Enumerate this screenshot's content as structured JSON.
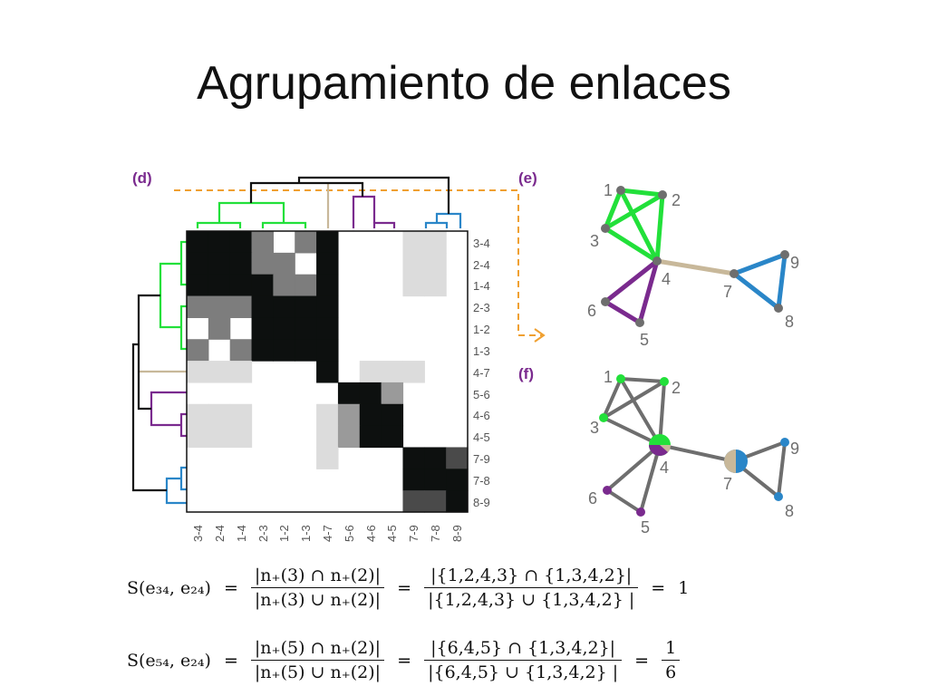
{
  "title": "Agrupamiento de enlaces",
  "panel_labels": {
    "d": "(d)",
    "e": "(e)",
    "f": "(f)"
  },
  "matrix_row_labels": [
    "3-4",
    "2-4",
    "1-4",
    "2-3",
    "1-2",
    "1-3",
    "4-7",
    "5-6",
    "4-6",
    "4-5",
    "7-9",
    "7-8",
    "8-9"
  ],
  "matrix_col_labels": [
    "3-4",
    "2-4",
    "1-4",
    "2-3",
    "1-2",
    "1-3",
    "4-7",
    "5-6",
    "4-6",
    "4-5",
    "7-9",
    "7-8",
    "8-9"
  ],
  "graph_e_nodes": [
    "1",
    "2",
    "3",
    "4",
    "5",
    "6",
    "7",
    "8",
    "9"
  ],
  "graph_f_nodes": [
    "1",
    "2",
    "3",
    "4",
    "5",
    "6",
    "7",
    "8",
    "9"
  ],
  "colors": {
    "green": "#22e03a",
    "purple": "#7a2a8e",
    "blue": "#2a86c8",
    "tan": "#c8b89a",
    "orange": "#f0a030",
    "dark": "#111111",
    "gray": "#6e6e6e"
  },
  "formula1": {
    "lhs": "S(e₃₄, e₂₄)",
    "eq": "=",
    "num1": "|n₊(3) ∩ n₊(2)|",
    "den1": "|n₊(3) ∪ n₊(2)|",
    "num2": "|{1,2,4,3} ∩ {1,3,4,2}|",
    "den2": "|{1,2,4,3} ∪ {1,3,4,2} |",
    "result": "1"
  },
  "formula2": {
    "lhs": "S(e₅₄, e₂₄)",
    "eq": "=",
    "num1": "|n₊(5) ∩ n₊(2)|",
    "den1": "|n₊(5) ∪ n₊(2)|",
    "num2": "|{6,4,5} ∩ {1,3,4,2}|",
    "den2": "|{6,4,5} ∪ {1,3,4,2} |",
    "result_num": "1",
    "result_den": "6"
  }
}
